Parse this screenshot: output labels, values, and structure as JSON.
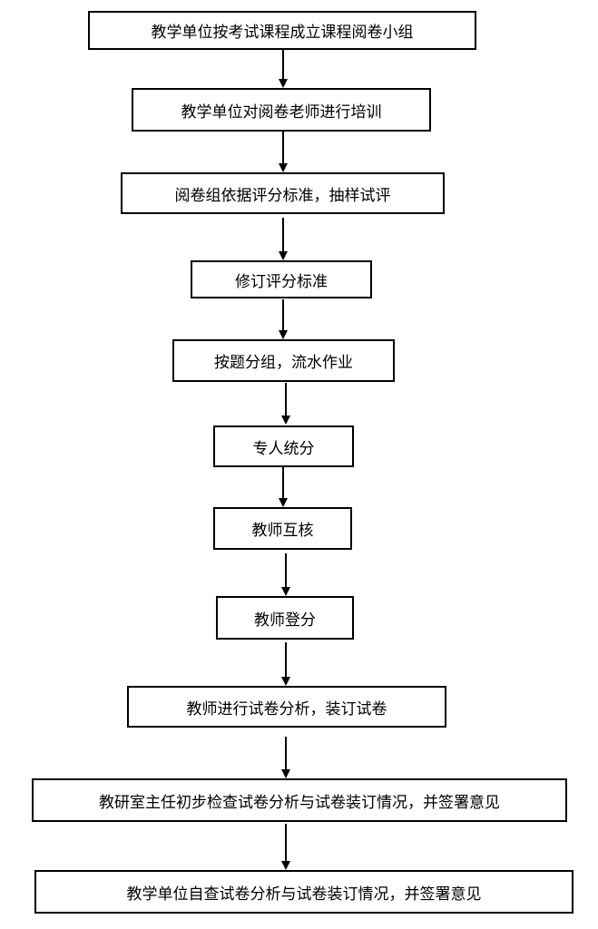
{
  "steps": [
    "教学单位按考试课程成立课程阅卷小组",
    "教学单位对阅卷老师进行培训",
    "阅卷组依据评分标准，抽样试评",
    "修订评分标准",
    "按题分组，流水作业",
    "专人统分",
    "教师互核",
    "教师登分",
    "教师进行试卷分析，装订试卷",
    "教研室主任初步检查试卷分析与试卷装订情况，并签署意见",
    "教学单位自查试卷分析与试卷装订情况，并签署意见"
  ]
}
